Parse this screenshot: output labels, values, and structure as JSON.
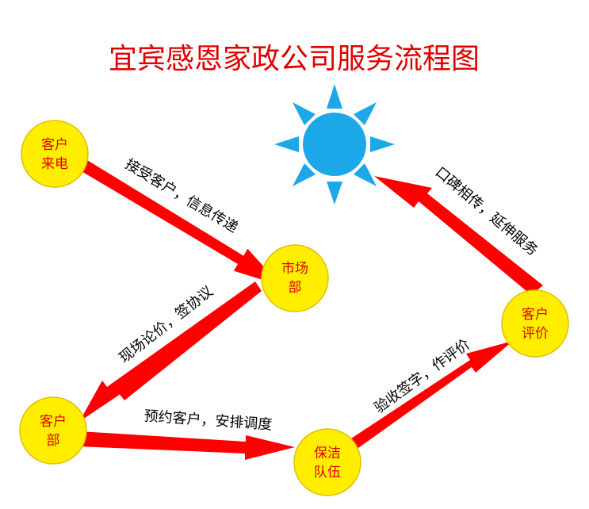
{
  "title": "宜宾感恩家政公司服务流程图",
  "colors": {
    "title": "#e00000",
    "node_fill": "#ffee00",
    "node_stroke": "#e0c000",
    "node_text": "#e00000",
    "arrow": "#ff0000",
    "sun": "#1ca7e8"
  },
  "sun_icon": "sun-icon",
  "nodes": {
    "caller": {
      "line1": "客户",
      "line2": "来电"
    },
    "market": {
      "line1": "市场",
      "line2": "部"
    },
    "client": {
      "line1": "客户",
      "line2": "部"
    },
    "cleaner": {
      "line1": "保洁",
      "line2": "队伍"
    },
    "review": {
      "line1": "客户",
      "line2": "评价"
    }
  },
  "edges": {
    "caller_to_market": "接受客户，信息传递",
    "market_to_client": "现场论价，签协议",
    "client_to_cleaner": "预约客户，安排调度",
    "cleaner_to_review": "验收签字，作评价",
    "review_to_sun": "口碑相传，延伸服务"
  }
}
